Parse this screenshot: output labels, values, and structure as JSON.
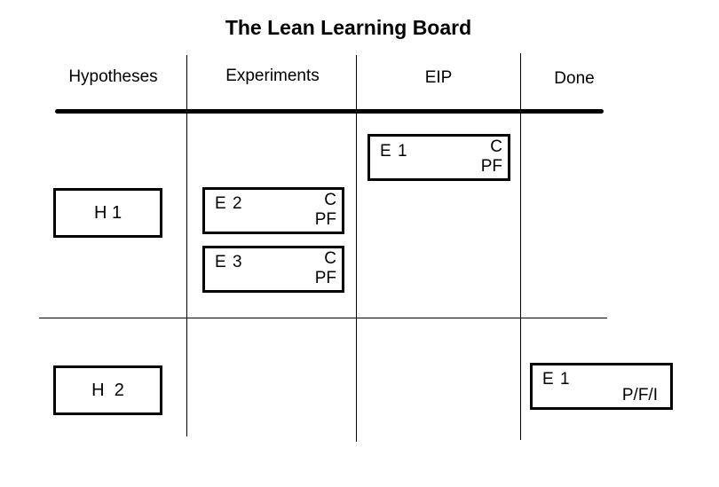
{
  "board": {
    "title": "The Lean Learning Board",
    "columns": [
      "Hypotheses",
      "Experiments",
      "EIP",
      "Done"
    ]
  },
  "hypotheses": [
    {
      "label": "H 1"
    },
    {
      "label": "H  2"
    }
  ],
  "cards": {
    "e1_eip": {
      "label": "E 1",
      "top": "C",
      "bottom": "PF"
    },
    "e2": {
      "label": "E 2",
      "top": "C",
      "bottom": "PF"
    },
    "e3": {
      "label": "E 3",
      "top": "C",
      "bottom": "PF"
    },
    "e1_done": {
      "label": "E 1",
      "status": "P/F/I"
    }
  }
}
